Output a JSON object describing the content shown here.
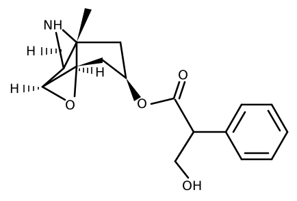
{
  "molecule": {
    "atom_labels": {
      "nh": "NH",
      "h_top_left": "H",
      "h_mid": "H",
      "h_bottom_left": "H",
      "o_epoxide": "O",
      "o_ester": "O",
      "o_carbonyl": "O",
      "oh": "OH"
    }
  },
  "colors": {
    "bond": "#000000",
    "background": "#ffffff"
  }
}
